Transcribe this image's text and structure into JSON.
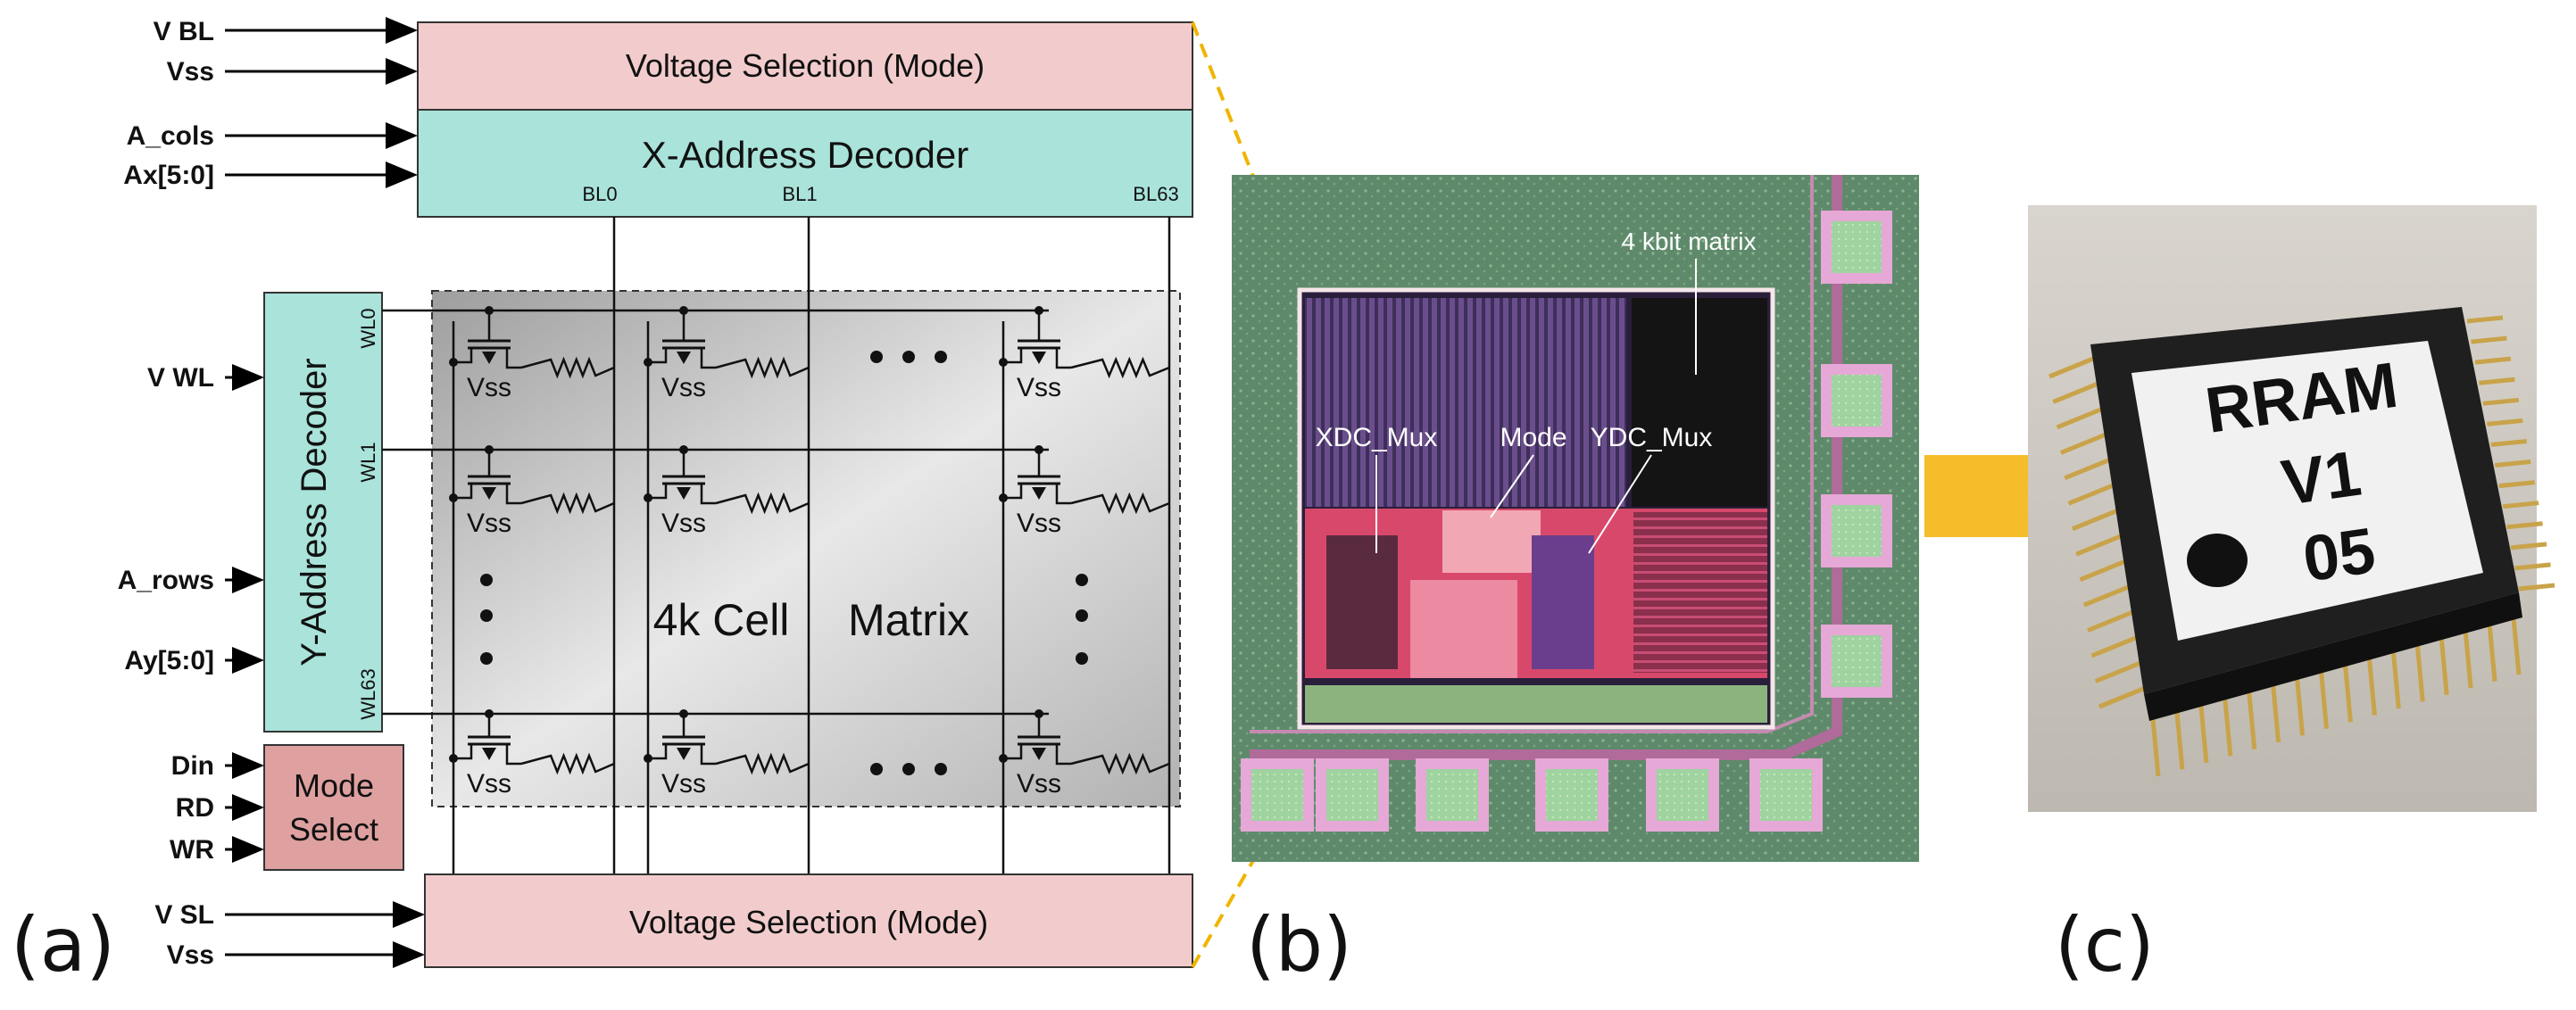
{
  "panels": {
    "a_label": "(a)",
    "b_label": "(b)",
    "c_label": "(c)"
  },
  "schematic": {
    "inputs": {
      "vbl": "V BL",
      "vss_top": "Vss",
      "a_cols": "A_cols",
      "ax": "Ax[5:0]",
      "vwl": "V WL",
      "a_rows": "A_rows",
      "ay": "Ay[5:0]",
      "din": "Din",
      "rd": "RD",
      "wr": "WR",
      "vsl": "V SL",
      "vss_bottom": "Vss"
    },
    "blocks": {
      "voltage_top": "Voltage Selection (Mode)",
      "x_decoder": "X-Address Decoder",
      "y_decoder": "Y-Address Decoder",
      "mode_select_line1": "Mode",
      "mode_select_line2": "Select",
      "voltage_bottom": "Voltage Selection (Mode)"
    },
    "bitlines": [
      "BL0",
      "BL1",
      "BL63"
    ],
    "wordlines": [
      "WL0",
      "WL1",
      "WL63"
    ],
    "cell_label": "Vss",
    "matrix_label_1": "4k Cell",
    "matrix_label_2": "Matrix"
  },
  "chip_layout": {
    "matrix": "4 kbit matrix",
    "xdc": "XDC_Mux",
    "mode": "Mode",
    "ydc": "YDC_Mux"
  },
  "package": {
    "line1": "RRAM",
    "line2": "V1",
    "line3": "05"
  },
  "colors": {
    "voltage_block": "#f2cccc",
    "decoder_block": "#a9e3da",
    "mode_block": "#dfa0a0",
    "matrix_bg": "#d4d4d4",
    "dashed_leader": "#f0b400",
    "arrow": "#f6bd2a",
    "die_substrate": "#5f8a6a",
    "die_core": "#d8486a"
  }
}
